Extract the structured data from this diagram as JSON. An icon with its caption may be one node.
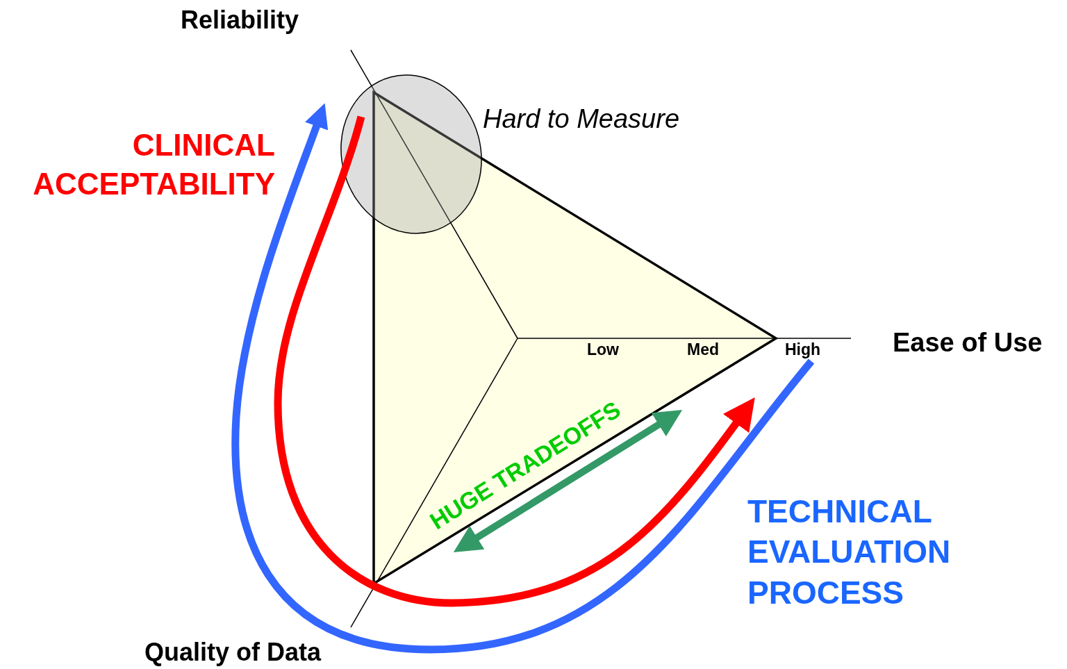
{
  "diagram": {
    "labels": [
      "Reliability",
      "Hard to Measure",
      "CLINICAL ACCEPTABILITY",
      "Ease of Use",
      "Low",
      "Med",
      "High",
      "HUGE TRADEOFFS",
      "TECHNICAL EVALUATION PROCESS",
      "Quality of Data"
    ]
  }
}
